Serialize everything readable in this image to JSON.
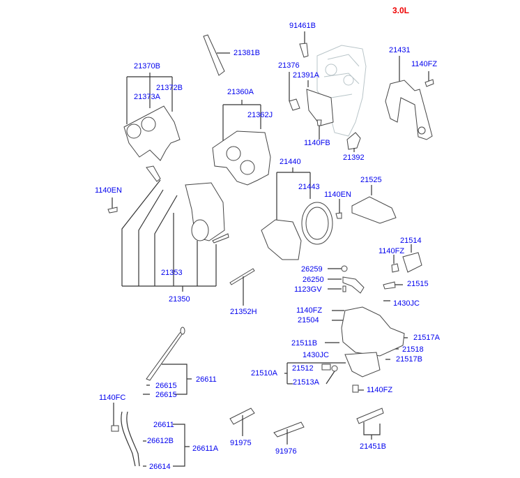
{
  "engine_label": "3.0L",
  "colors": {
    "part_label": "#0000ee",
    "engine_label": "#ee0000",
    "line": "#333333"
  },
  "labels": {
    "p91461B": "91461B",
    "p21381B": "21381B",
    "p21370B": "21370B",
    "p21372B": "21372B",
    "p21373A": "21373A",
    "p21360A": "21360A",
    "p21362J": "21362J",
    "p21376": "21376",
    "p21391A": "21391A",
    "p1140FB": "1140FB",
    "p21392": "21392",
    "p21431": "21431",
    "p1140FZ_top": "1140FZ",
    "p1140EN_left": "1140EN",
    "p21440": "21440",
    "p21443": "21443",
    "p1140EN_mid": "1140EN",
    "p21525": "21525",
    "p21514": "21514",
    "p1140FZ_flange": "1140FZ",
    "p21515": "21515",
    "p26259": "26259",
    "p26250": "26250",
    "p1123GV": "1123GV",
    "p21353": "21353",
    "p21350": "21350",
    "p21352H": "21352H",
    "p1430JC_top": "1430JC",
    "p1140FZ_pan": "1140FZ",
    "p21504": "21504",
    "p21517A": "21517A",
    "p21511B": "21511B",
    "p21518": "21518",
    "p1430JC_mid": "1430JC",
    "p21517B": "21517B",
    "p21510A": "21510A",
    "p21512": "21512",
    "p21513A": "21513A",
    "p1140FZ_bottom": "1140FZ",
    "p26611_gauge": "26611",
    "p26615_a": "26615",
    "p26615_b": "26615",
    "p1140FC": "1140FC",
    "p26611_tube": "26611",
    "p26612B": "26612B",
    "p26611A": "26611A",
    "p26614": "26614",
    "p91975": "91975",
    "p91976": "91976",
    "p21451B": "21451B"
  }
}
